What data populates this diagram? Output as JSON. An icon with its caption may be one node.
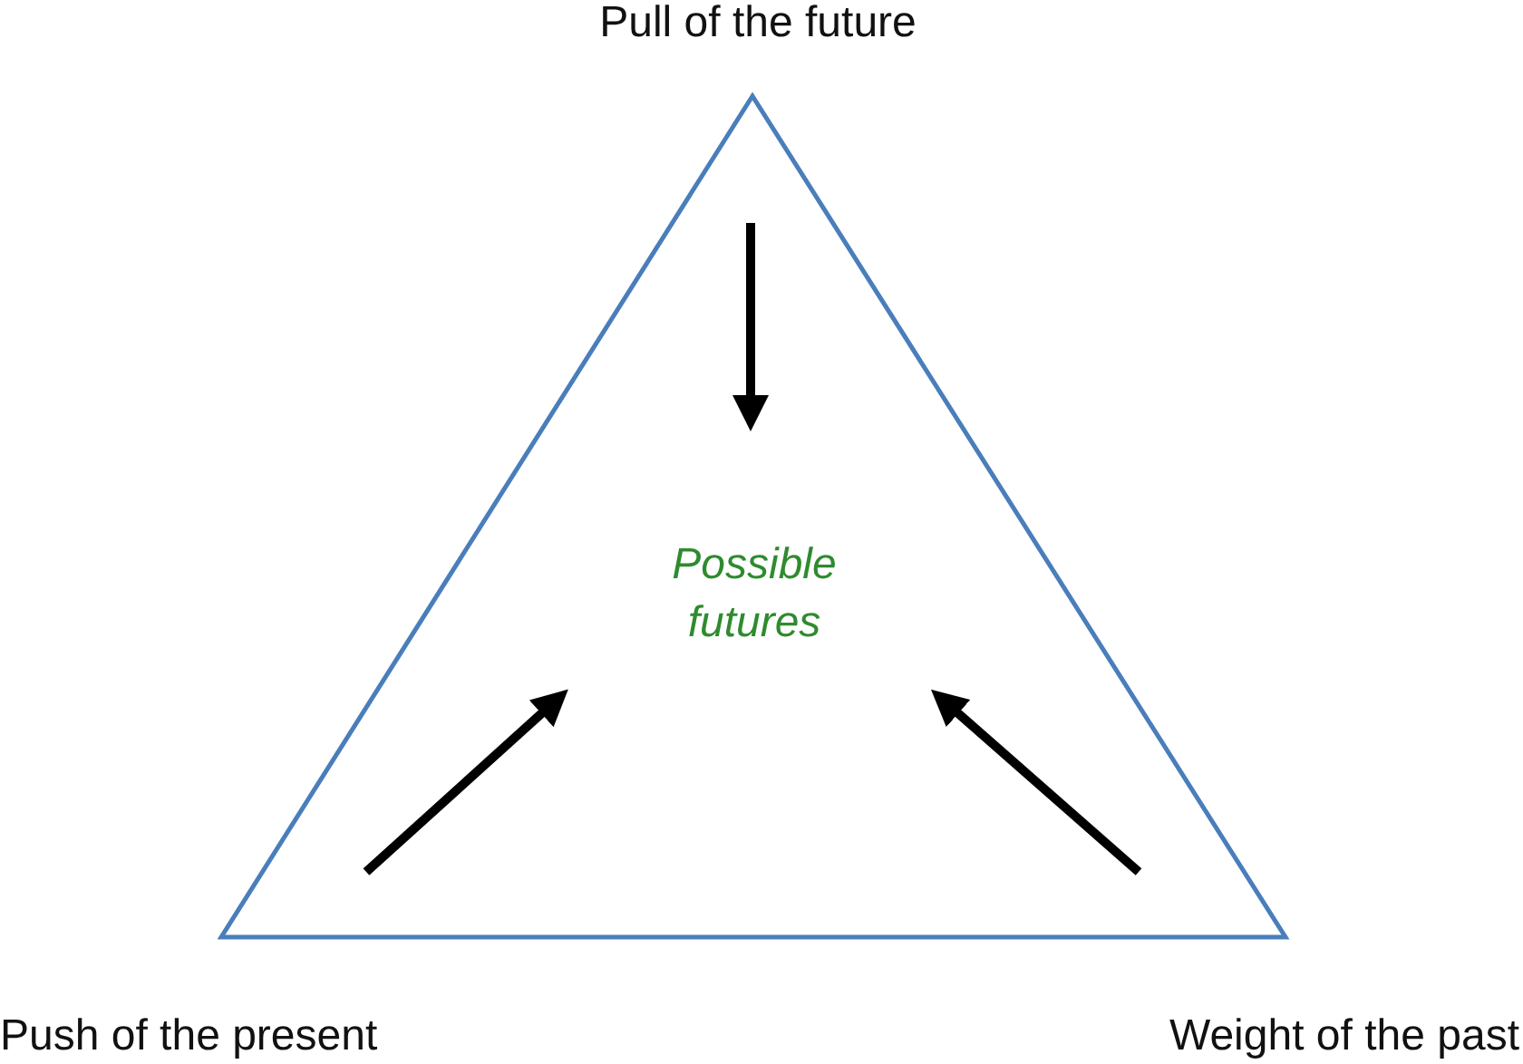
{
  "diagram": {
    "nodes": [
      {
        "text": [
          "Possible futures"
        ]
      }
    ],
    "labels": [
      "Pull of the future",
      "Push of the present",
      "Weight of the past"
    ]
  }
}
